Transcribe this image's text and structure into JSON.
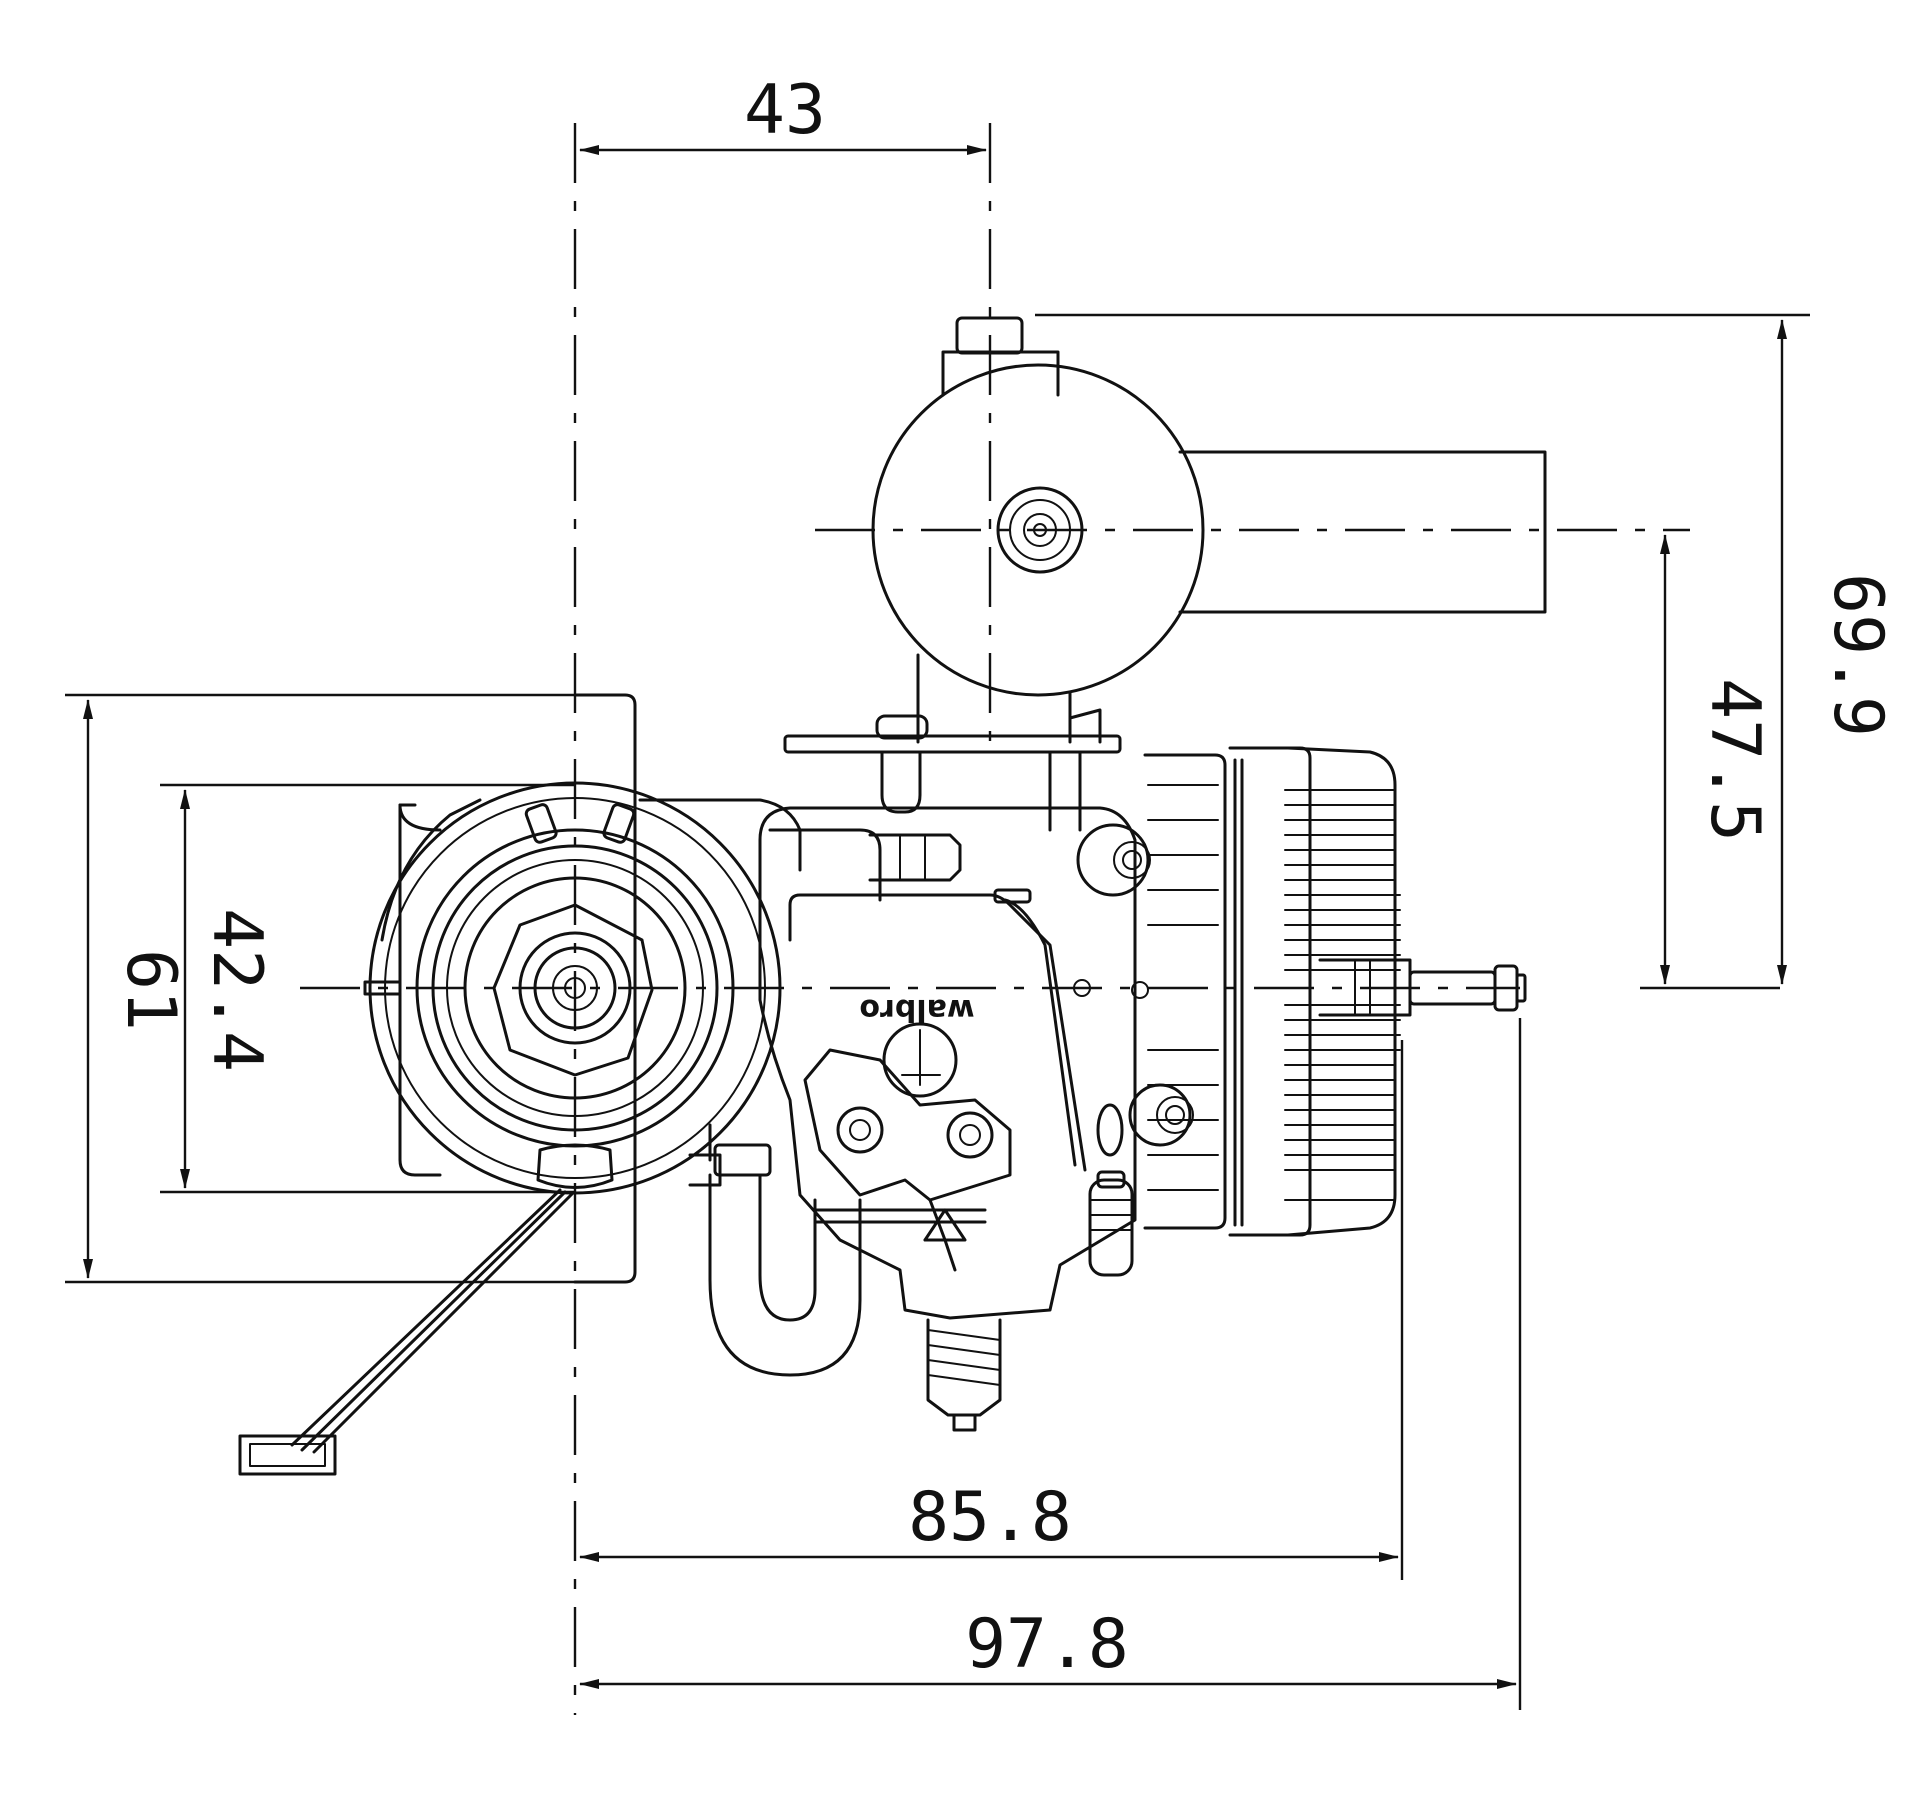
{
  "dimensions": {
    "top_width": "43",
    "total_height": "69.9",
    "shaft_height": "47.5",
    "left_outer_height": "61",
    "left_inner_height": "42.4",
    "body_length": "85.8",
    "overall_length": "97.8"
  },
  "carburetor_logo": "walbro"
}
